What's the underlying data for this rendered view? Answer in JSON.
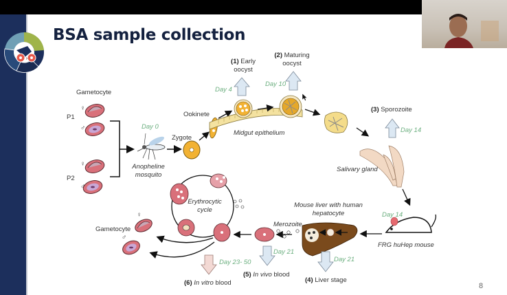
{
  "slide": {
    "title": "BSA sample collection",
    "page_number": "8"
  },
  "video": {
    "participant": "presenter-webcam"
  },
  "diagram": {
    "parents": {
      "header": "Gametocyte",
      "p1": "P1",
      "p2": "P2",
      "female_symbol": "♀",
      "male_symbol": "♂"
    },
    "mosquito": {
      "day": "Day 0",
      "label_line1": "Anopheline",
      "label_line2": "mosquito"
    },
    "zygote": "Zygote",
    "ookinete": "Ookinete",
    "midgut": "Midgut epithelium",
    "early_oocyst": {
      "num": "(1)",
      "line1": "Early",
      "line2": "oocyst",
      "day": "Day 4"
    },
    "maturing_oocyst": {
      "num": "(2)",
      "line1": "Maturing",
      "line2": "oocyst",
      "day": "Day 10"
    },
    "sporozoite": {
      "num": "(3)",
      "label": "Sporozoite",
      "day": "Day 14"
    },
    "salivary_gland": "Salivary gland",
    "mouse": {
      "day": "Day 14",
      "label": "FRG huHep mouse"
    },
    "liver": {
      "line1": "Mouse liver with human",
      "line2": "hepatocyte"
    },
    "liver_stage": {
      "num": "(4)",
      "label": "Liver stage",
      "day": "Day 21"
    },
    "merozoite": "Merozoite",
    "in_vivo": {
      "num": "(5)",
      "label_it": "In vivo",
      "label": "blood",
      "day": "Day 21"
    },
    "erythrocytic": {
      "line1": "Erythrocytic",
      "line2": "cycle"
    },
    "in_vitro": {
      "num": "(6)",
      "label_it": "In vitro",
      "label": "blood",
      "day": "Day 23- 50"
    },
    "gametocyte_out": {
      "label": "Gametocyte",
      "female_symbol": "♀",
      "male_symbol": "♂"
    }
  },
  "colors": {
    "sidebar": "#1c2f5c",
    "title": "#14213f",
    "day_label": "#6aae7e",
    "rbc": "#d9707a",
    "parasite_yellow": "#f2b233",
    "liver": "#7a4a1c",
    "up_arrow_blue": "#dce8f3",
    "down_arrow_pink": "#f3d9d4"
  }
}
